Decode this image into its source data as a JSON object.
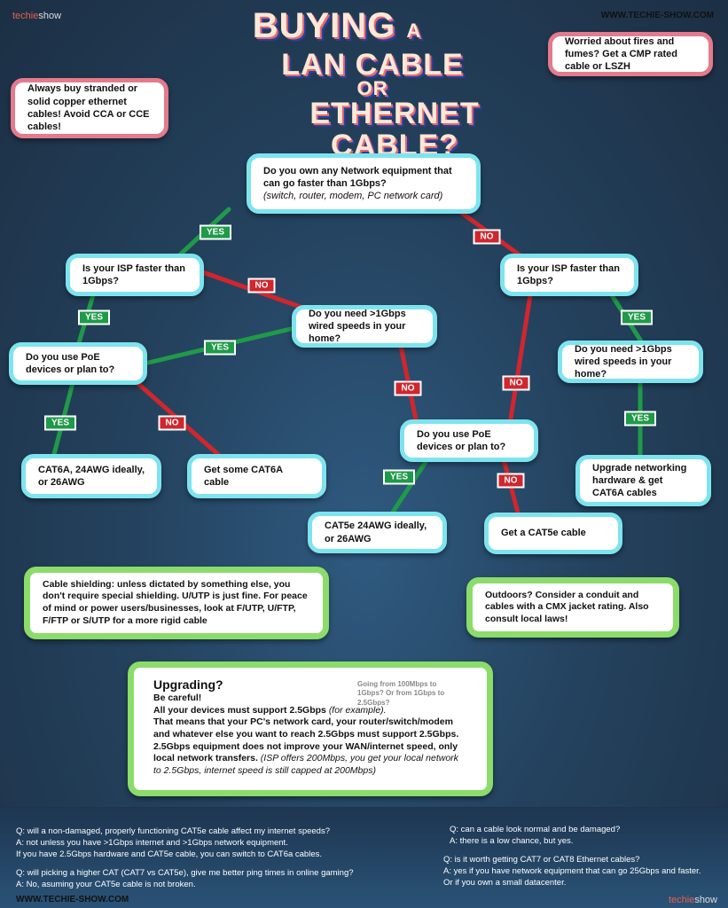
{
  "brand": {
    "logo_a": "techie",
    "logo_b": "show",
    "site": "WWW.TECHIE-SHOW.COM"
  },
  "title": {
    "line1": "BUYING",
    "a": "A",
    "line2": "LAN CABLE",
    "or": "OR",
    "line3": "ETHERNET CABLE?"
  },
  "notes": {
    "copper": "Always buy stranded or solid copper ethernet cables! Avoid CCA or CCE cables!",
    "fire": "Worried about fires and fumes? Get a CMP rated cable or LSZH",
    "shielding": "Cable shielding: unless dictated by something else, you don't require special shielding. U/UTP is just fine. For peace of mind or power users/businesses, look at F/UTP, U/FTP, F/FTP or S/UTP for a more rigid cable",
    "outdoors": "Outdoors? Consider a conduit and cables with a CMX jacket rating. Also consult local laws!"
  },
  "questions": {
    "q1": "Do you own any Network equipment that can go faster than 1Gbps?",
    "q1_sub": "(switch, router, modem, PC network card)",
    "q2": "Is your ISP faster than 1Gbps?",
    "q3": "Do you need >1Gbps wired speeds in your home?",
    "q4": "Do you use PoE devices or plan to?",
    "q5": "Is your ISP faster than 1Gbps?",
    "q6": "Do you need >1Gbps wired speeds in your home?",
    "q7": "Do you use PoE devices or plan to?"
  },
  "answers": {
    "a1": "CAT6A, 24AWG ideally, or 26AWG",
    "a2": "Get some CAT6A cable",
    "a3": "Upgrade networking hardware & get CAT6A cables",
    "a4": "CAT5e 24AWG ideally, or 26AWG",
    "a5": "Get a CAT5e cable"
  },
  "labels": {
    "yes": "YES",
    "no": "NO"
  },
  "upgrading": {
    "heading": "Upgrading?",
    "side": "Going from 100Mbps to 1Gbps? Or from 1Gbps to 2.5Gbps?",
    "l1": "Be careful!",
    "l2": "All your devices must support 2.5Gbps",
    "l2_it": "(for example).",
    "l3": "That means that your PC's network card, your router/switch/modem and whatever else you want to reach 2.5Gbps must support 2.5Gbps. 2.5Gbps equipment does not improve your WAN/internet speed, only local network transfers.",
    "l3_it": "(ISP offers 200Mbps, you get your local network to 2.5Gbps, internet speed is still capped at 200Mbps)"
  },
  "faq": [
    {
      "q": "Q: will a non-damaged, properly functioning CAT5e cable affect my internet speeds?",
      "a": "A: not unless you have >1Gbps internet and >1Gbps network equipment.",
      "a2": "If you have 2.5Gbps hardware and CAT5e cable, you can switch to CAT6a cables."
    },
    {
      "q": "Q: will picking a higher CAT (CAT7 vs CAT5e), give me better ping times in online gaming?",
      "a": "A: No, asuming your CAT5e cable is not broken."
    },
    {
      "q": "Q: can a cable look normal and be damaged?",
      "a": "A: there is a low chance, but yes."
    },
    {
      "q": "Q: is it worth getting CAT7 or CAT8 Ethernet cables?",
      "a": "A: yes if you have network equipment that can go 25Gbps and faster.",
      "a2": "Or if you own a small datacenter."
    }
  ],
  "colors": {
    "yes": "#1f9a49",
    "no": "#d0262d",
    "cyan": "#7de4ef",
    "pink": "#e47a8c",
    "green": "#8bdc6a"
  }
}
